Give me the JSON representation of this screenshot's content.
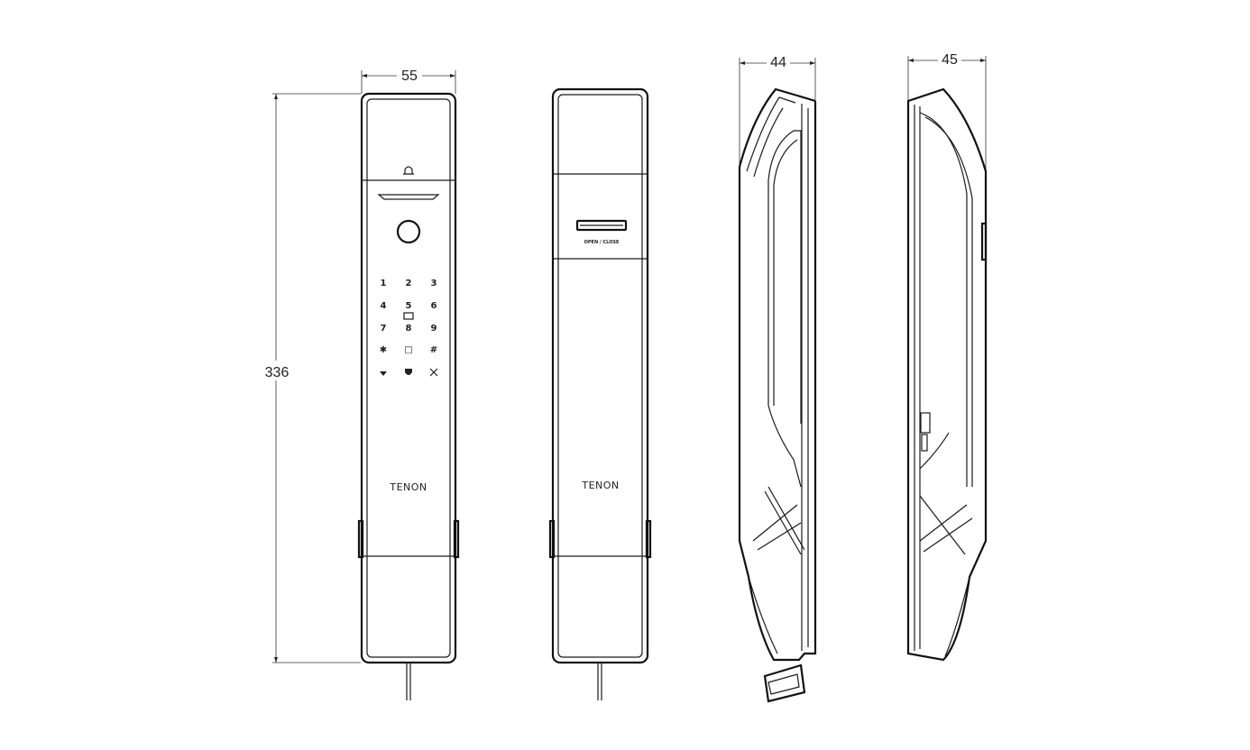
{
  "dimensions": {
    "front_width": "55",
    "height": "336",
    "side_depth_left": "44",
    "side_depth_right": "45"
  },
  "keypad": {
    "keys": [
      "1",
      "2",
      "3",
      "4",
      "5",
      "6",
      "7",
      "8",
      "9",
      "✱",
      "□",
      "#"
    ]
  },
  "front_brand": "TENON",
  "back_brand": "TENON",
  "back_slot_label": "OPEN / CLOSE"
}
